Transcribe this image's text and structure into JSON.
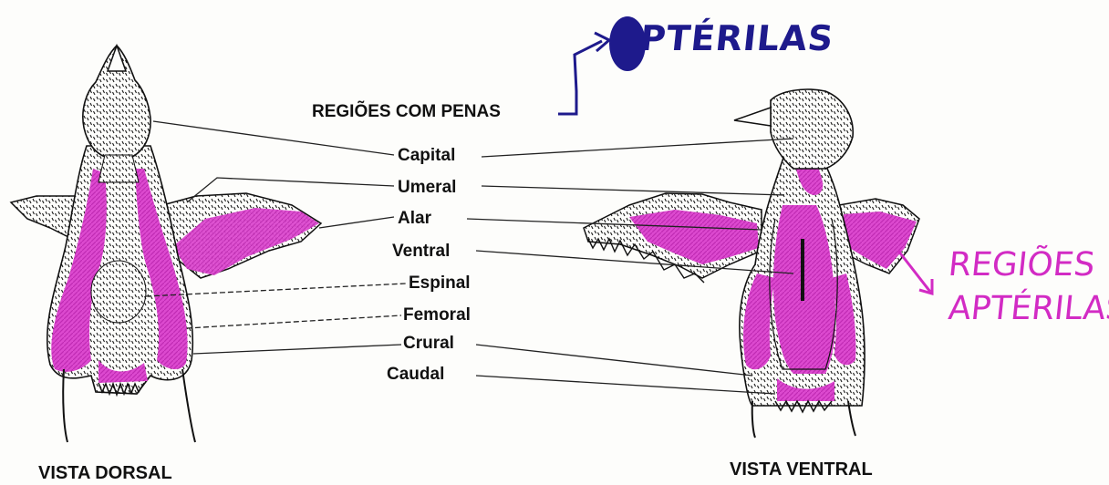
{
  "header": {
    "regions_with_feathers": "REGIÕES COM PENAS",
    "annotation_apterylae": "PTÉRILAS",
    "pink_note_line1": "REGIÕES",
    "pink_note_line2": "APTÉRILAS"
  },
  "labels": [
    "Capital",
    "Umeral",
    "Alar",
    "Ventral",
    "Espinal",
    "Femoral",
    "Crural",
    "Caudal"
  ],
  "captions": {
    "dorsal": "VISTA DORSAL",
    "ventral": "VISTA VENTRAL"
  },
  "colors": {
    "ink": "#111111",
    "marker_pink": "#d22bc4",
    "marker_blue": "#1e1a8c"
  }
}
